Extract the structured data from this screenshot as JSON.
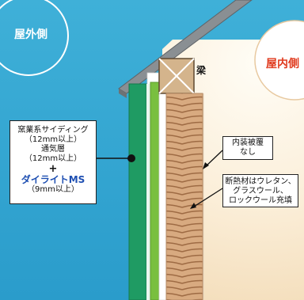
{
  "labels": {
    "outdoor_side": "屋外側",
    "indoor_side": "屋内側",
    "beam": "梁"
  },
  "exterior_callout": {
    "line1": "窯業系サイディング",
    "line2": "（12mm以上）",
    "line3": "通気層",
    "line4": "（12mm以上）",
    "plus": "+",
    "product": "ダイライトMS",
    "line6": "（9mm以上）"
  },
  "interior_finish_callout": {
    "line1": "内装被覆",
    "line2": "なし"
  },
  "insulation_callout": {
    "line1": "断熱材はウレタン、",
    "line2": "グラスウール、",
    "line3": "ロックウール充填"
  },
  "colors": {
    "outdoor_bg": "#2fa3cf",
    "indoor_bg": "#fbeed8",
    "indoor_label": "#e03a1e",
    "siding": "#1f9b63",
    "board": "#79bf3f",
    "beam": "#d4b48c",
    "insulation": "#d2a27a",
    "roof": "#8a8f93",
    "product_text": "#1e4fb2"
  }
}
